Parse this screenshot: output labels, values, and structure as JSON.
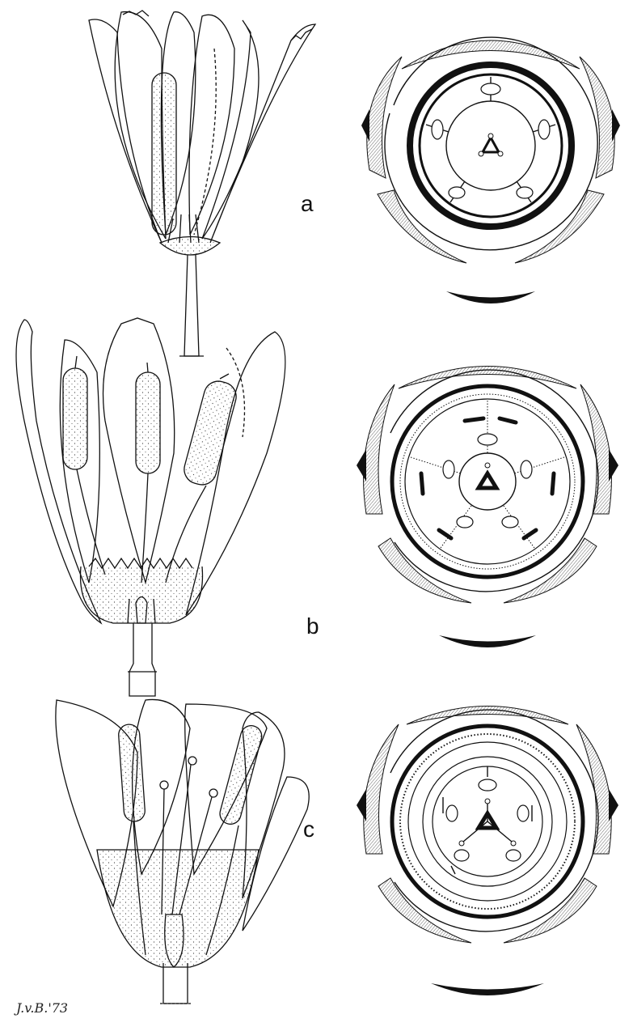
{
  "panels": [
    {
      "id": "a",
      "label": "a"
    },
    {
      "id": "b",
      "label": "b"
    },
    {
      "id": "c",
      "label": "c"
    }
  ],
  "signature": "J.v.B.'73",
  "colors": {
    "ink": "#111111",
    "paper": "#ffffff",
    "hatch": "#555555"
  }
}
